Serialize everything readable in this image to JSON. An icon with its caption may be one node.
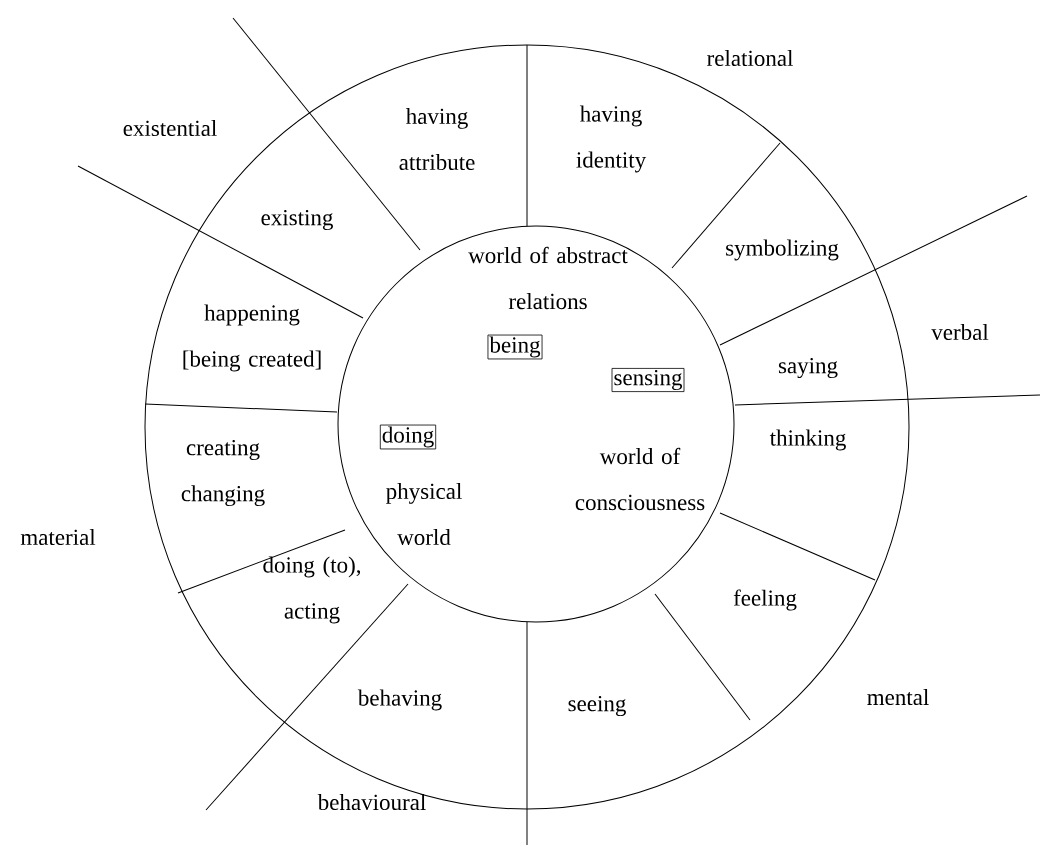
{
  "diagram": {
    "nodes": [
      {
        "text": [
          "world of abstract relations",
          "world of consciousness",
          "physical world"
        ]
      },
      {
        "text": [
          "being"
        ],
        "in": 0
      },
      {
        "text": [
          "sensing"
        ],
        "in": 0
      },
      {
        "text": [
          "doing"
        ],
        "in": 0
      }
    ],
    "labels": [
      "relational",
      "having attribute",
      "having identity",
      "existential",
      "existing",
      "symbolizing",
      "happening [being created]",
      "verbal",
      "saying",
      "creating changing",
      "thinking",
      "material",
      "doing (to), acting",
      "feeling",
      "mental",
      "behaving",
      "seeing",
      "behavioural"
    ]
  }
}
